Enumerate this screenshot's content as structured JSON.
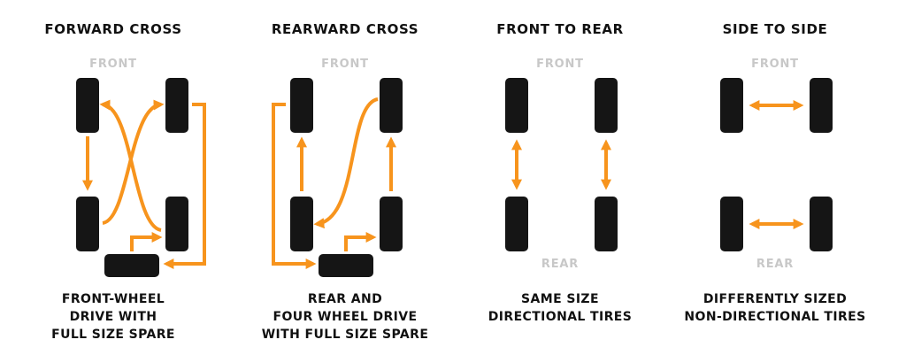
{
  "colors": {
    "arrow": "#f7941d",
    "tire": "#151515",
    "muted_label": "#c8c8c8",
    "text": "#111111"
  },
  "panels": [
    {
      "id": "forward-cross",
      "title": "FORWARD CROSS",
      "front_label": "FRONT",
      "rear_label": "",
      "caption_lines": [
        "FRONT-WHEEL",
        "DRIVE WITH",
        "FULL SIZE SPARE"
      ]
    },
    {
      "id": "rearward-cross",
      "title": "REARWARD CROSS",
      "front_label": "FRONT",
      "rear_label": "",
      "caption_lines": [
        "REAR AND",
        "FOUR WHEEL DRIVE",
        "WITH FULL SIZE SPARE"
      ]
    },
    {
      "id": "front-to-rear",
      "title": "FRONT TO REAR",
      "front_label": "FRONT",
      "rear_label": "REAR",
      "caption_lines": [
        "SAME SIZE",
        "DIRECTIONAL TIRES"
      ]
    },
    {
      "id": "side-to-side",
      "title": "SIDE TO SIDE",
      "front_label": "FRONT",
      "rear_label": "REAR",
      "caption_lines": [
        "DIFFERENTLY SIZED",
        "NON-DIRECTIONAL TIRES"
      ]
    }
  ]
}
